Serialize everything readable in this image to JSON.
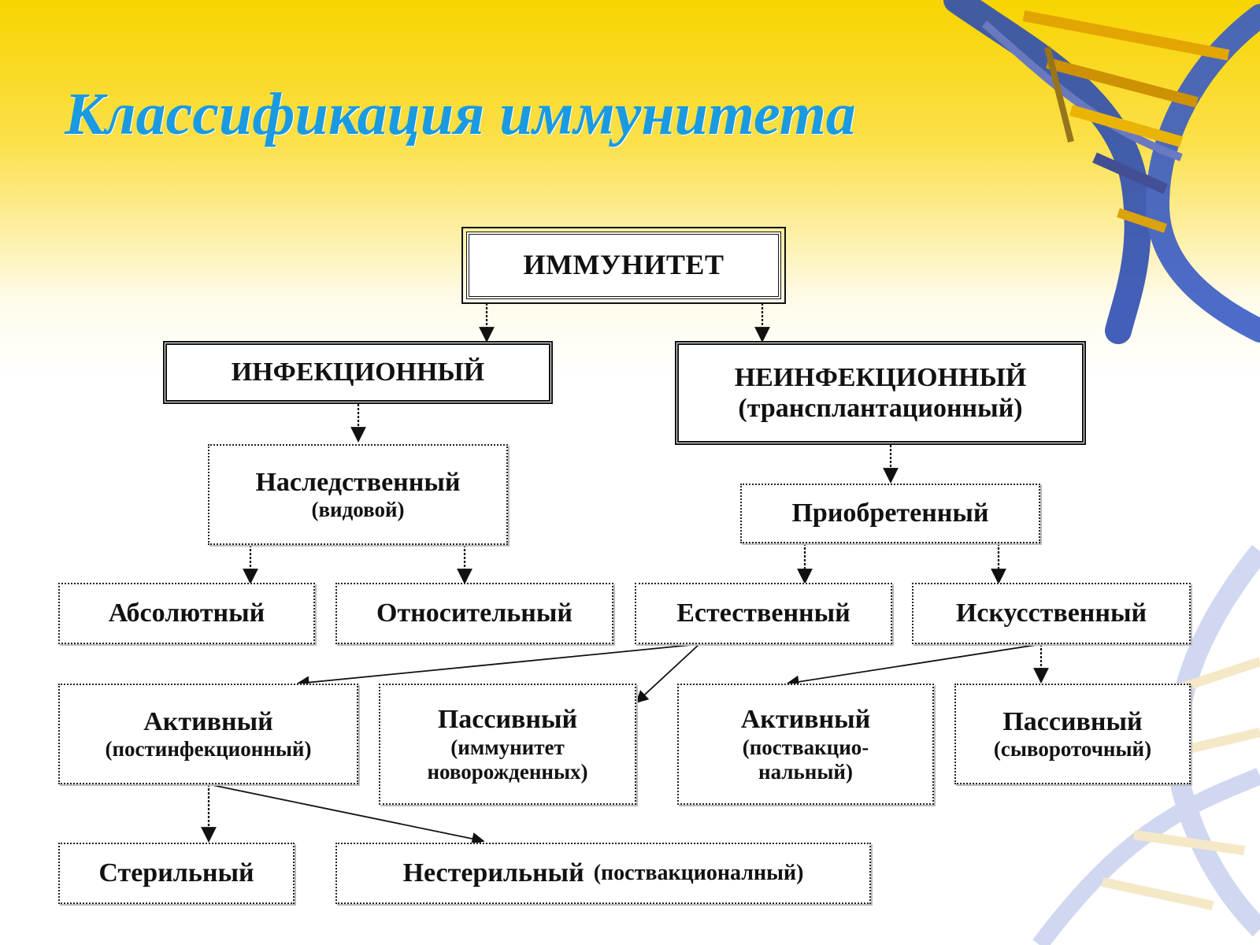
{
  "title": "Классификация иммунитета",
  "nodes": {
    "root": "ИММУНИТЕТ",
    "infectious": "ИНФЕКЦИОННЫЙ",
    "noninfectious": {
      "main": "НЕИНФЕКЦИОННЫЙ",
      "sub": "(трансплантационный)"
    },
    "hereditary": {
      "main": "Наследственный",
      "sub": "(видовой)"
    },
    "acquired": "Приобретенный",
    "absolute": "Абсолютный",
    "relative": "Относительный",
    "natural": "Естественный",
    "artificial": "Искусственный",
    "active_natural": {
      "main": "Активный",
      "sub": "(постинфекционный)"
    },
    "passive_natural": {
      "main": "Пассивный",
      "sub1": "(иммунитет",
      "sub2": "новорожденных)"
    },
    "active_artificial": {
      "main": "Активный",
      "sub1": "(поствакцио-",
      "sub2": "нальный)"
    },
    "passive_artificial": {
      "main": "Пассивный",
      "sub": "(сывороточный)"
    },
    "sterile": "Стерильный",
    "nonsterile": {
      "main": "Нестерильный",
      "sub": "(поствакционалный)"
    }
  },
  "colors": {
    "title": "#1a9ae0",
    "banner": "#f8d400",
    "box_border": "#111111"
  }
}
